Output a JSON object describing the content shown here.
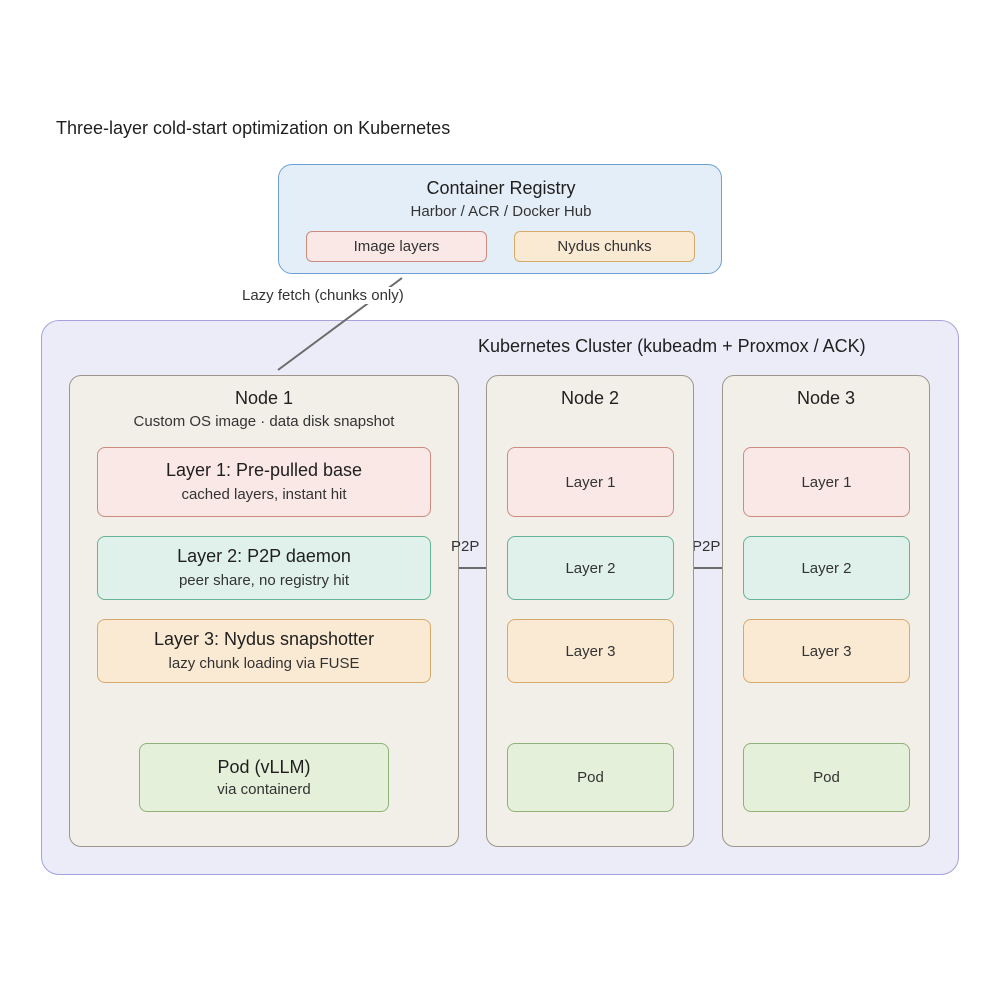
{
  "title": "Three-layer cold-start optimization on Kubernetes",
  "registry": {
    "title": "Container Registry",
    "subtitle": "Harbor / ACR / Docker Hub",
    "chip_image_layers": "Image layers",
    "chip_nydus_chunks": "Nydus chunks"
  },
  "lazy_fetch_label": "Lazy fetch (chunks only)",
  "cluster": {
    "title": "Kubernetes Cluster (kubeadm + Proxmox / ACK)"
  },
  "node1": {
    "title": "Node 1",
    "subtitle": "Custom OS image · data disk snapshot",
    "layer1": {
      "title": "Layer 1: Pre-pulled base",
      "sub": "cached layers, instant hit"
    },
    "layer2": {
      "title": "Layer 2: P2P daemon",
      "sub": "peer share, no registry hit"
    },
    "layer3": {
      "title": "Layer 3: Nydus snapshotter",
      "sub": "lazy chunk loading via FUSE"
    },
    "pod": {
      "title": "Pod (vLLM)",
      "sub": "via containerd"
    }
  },
  "node2": {
    "title": "Node 2",
    "layer1": "Layer 1",
    "layer2": "Layer 2",
    "layer3": "Layer 3",
    "pod": "Pod"
  },
  "node3": {
    "title": "Node 3",
    "layer1": "Layer 1",
    "layer2": "Layer 2",
    "layer3": "Layer 3",
    "pod": "Pod"
  },
  "p2p_label_1": "P2P",
  "p2p_label_2": "P2P"
}
